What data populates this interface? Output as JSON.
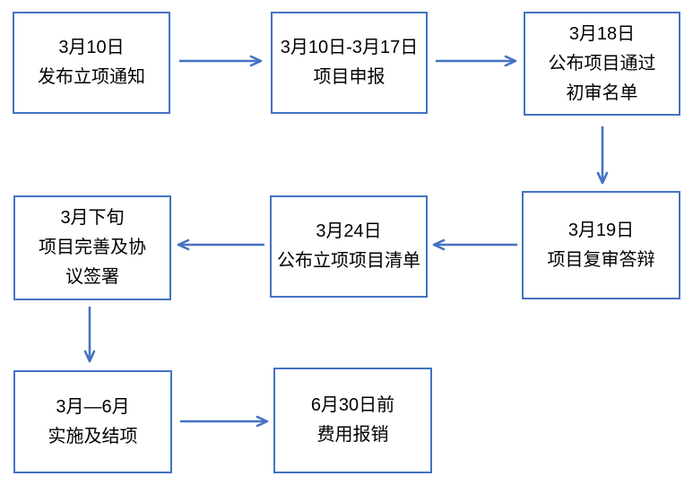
{
  "colors": {
    "accent": "#4472C4",
    "text": "#000000",
    "background": "#ffffff"
  },
  "flowchart": {
    "nodes": [
      {
        "id": "release-notice",
        "lines": [
          "3月10日",
          "发布立项通知"
        ]
      },
      {
        "id": "project-application",
        "lines": [
          "3月10日-3月17日",
          "项目申报"
        ]
      },
      {
        "id": "preliminary-list",
        "lines": [
          "3月18日",
          "公布项目通过",
          "初审名单"
        ]
      },
      {
        "id": "review-defense",
        "lines": [
          "3月19日",
          "项目复审答辩"
        ]
      },
      {
        "id": "approved-project-list",
        "lines": [
          "3月24日",
          "公布立项项目清单"
        ]
      },
      {
        "id": "agreement-signing",
        "lines": [
          "3月下旬",
          "项目完善及协",
          "议签署"
        ]
      },
      {
        "id": "implementation",
        "lines": [
          "3月—6月",
          "实施及结项"
        ]
      },
      {
        "id": "expense-reimbursement",
        "lines": [
          "6月30日前",
          "费用报销"
        ]
      }
    ],
    "edges": [
      {
        "from": "release-notice",
        "to": "project-application",
        "direction": "right"
      },
      {
        "from": "project-application",
        "to": "preliminary-list",
        "direction": "right"
      },
      {
        "from": "preliminary-list",
        "to": "review-defense",
        "direction": "down"
      },
      {
        "from": "review-defense",
        "to": "approved-project-list",
        "direction": "left"
      },
      {
        "from": "approved-project-list",
        "to": "agreement-signing",
        "direction": "left"
      },
      {
        "from": "agreement-signing",
        "to": "implementation",
        "direction": "down"
      },
      {
        "from": "implementation",
        "to": "expense-reimbursement",
        "direction": "right"
      }
    ]
  }
}
